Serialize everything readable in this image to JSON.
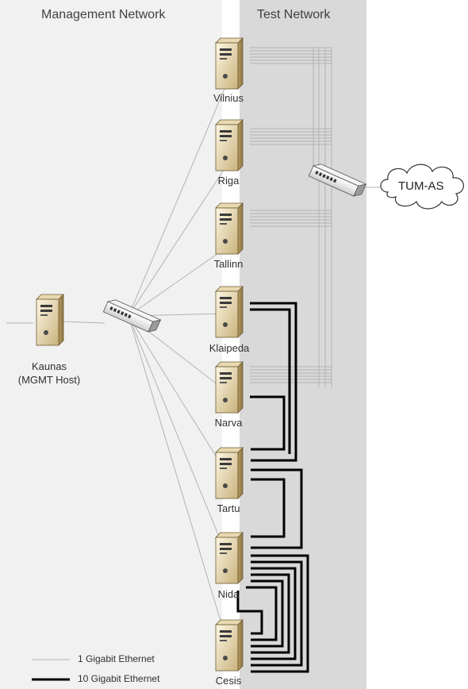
{
  "zones": {
    "management": "Management Network",
    "test": "Test Network"
  },
  "hosts": {
    "vilnius": "Vilnius",
    "riga": "Riga",
    "tallinn": "Tallinn",
    "klaipeda": "Klaipeda",
    "narva": "Narva",
    "tartu": "Tartu",
    "nida": "Nida",
    "cesis": "Cesis",
    "kaunas_line1": "Kaunas",
    "kaunas_line2": "(MGMT Host)"
  },
  "cloud": {
    "label": "TUM-AS"
  },
  "legend": {
    "one_gig": "1 Gigabit Ethernet",
    "ten_gig": "10 Gigabit Ethernet"
  },
  "colors": {
    "management_zone": "#f1f1f1",
    "test_zone": "#d9d9d9",
    "thin_link": "#a6a6a6",
    "thick_link": "#000000"
  },
  "icons": {
    "server": "server-tower-icon",
    "switch": "network-switch-icon",
    "cloud": "cloud-icon"
  }
}
